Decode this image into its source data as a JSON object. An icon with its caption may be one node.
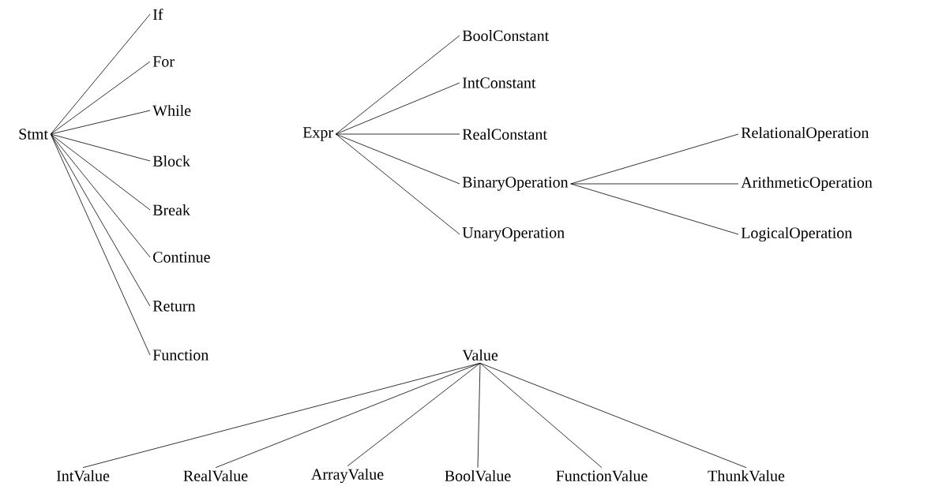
{
  "diagram": {
    "nodes": [
      {
        "text": [
          "Stmt"
        ]
      },
      {
        "text": [
          "If"
        ]
      },
      {
        "text": [
          "For"
        ]
      },
      {
        "text": [
          "While"
        ]
      },
      {
        "text": [
          "Block"
        ]
      },
      {
        "text": [
          "Break"
        ]
      },
      {
        "text": [
          "Continue"
        ]
      },
      {
        "text": [
          "Return"
        ]
      },
      {
        "text": [
          "Function"
        ]
      },
      {
        "text": [
          "Expr"
        ]
      },
      {
        "text": [
          "BoolConstant"
        ]
      },
      {
        "text": [
          "IntConstant"
        ]
      },
      {
        "text": [
          "RealConstant"
        ]
      },
      {
        "text": [
          "BinaryOperation"
        ]
      },
      {
        "text": [
          "UnaryOperation"
        ]
      },
      {
        "text": [
          "RelationalOperation"
        ]
      },
      {
        "text": [
          "ArithmeticOperation"
        ]
      },
      {
        "text": [
          "LogicalOperation"
        ]
      },
      {
        "text": [
          "Value"
        ]
      },
      {
        "text": [
          "IntValue"
        ]
      },
      {
        "text": [
          "RealValue"
        ]
      },
      {
        "text": [
          "ArrayValue"
        ]
      },
      {
        "text": [
          "BoolValue"
        ]
      },
      {
        "text": [
          "FunctionValue"
        ]
      },
      {
        "text": [
          "ThunkValue"
        ]
      }
    ],
    "edges": [
      {
        "from": 0,
        "to": 1,
        "arrow": "none"
      },
      {
        "from": 0,
        "to": 2,
        "arrow": "none"
      },
      {
        "from": 0,
        "to": 3,
        "arrow": "none"
      },
      {
        "from": 0,
        "to": 4,
        "arrow": "none"
      },
      {
        "from": 0,
        "to": 5,
        "arrow": "none"
      },
      {
        "from": 0,
        "to": 6,
        "arrow": "none"
      },
      {
        "from": 0,
        "to": 7,
        "arrow": "none"
      },
      {
        "from": 0,
        "to": 8,
        "arrow": "none"
      },
      {
        "from": 9,
        "to": 10,
        "arrow": "none"
      },
      {
        "from": 9,
        "to": 11,
        "arrow": "none"
      },
      {
        "from": 9,
        "to": 12,
        "arrow": "none"
      },
      {
        "from": 9,
        "to": 13,
        "arrow": "none"
      },
      {
        "from": 9,
        "to": 14,
        "arrow": "none"
      },
      {
        "from": 13,
        "to": 15,
        "arrow": "none"
      },
      {
        "from": 13,
        "to": 16,
        "arrow": "none"
      },
      {
        "from": 13,
        "to": 17,
        "arrow": "none"
      },
      {
        "from": 18,
        "to": 19,
        "arrow": "none"
      },
      {
        "from": 18,
        "to": 20,
        "arrow": "none"
      },
      {
        "from": 18,
        "to": 21,
        "arrow": "none"
      },
      {
        "from": 18,
        "to": 22,
        "arrow": "none"
      },
      {
        "from": 18,
        "to": 23,
        "arrow": "none"
      },
      {
        "from": 18,
        "to": 24,
        "arrow": "none"
      }
    ]
  }
}
